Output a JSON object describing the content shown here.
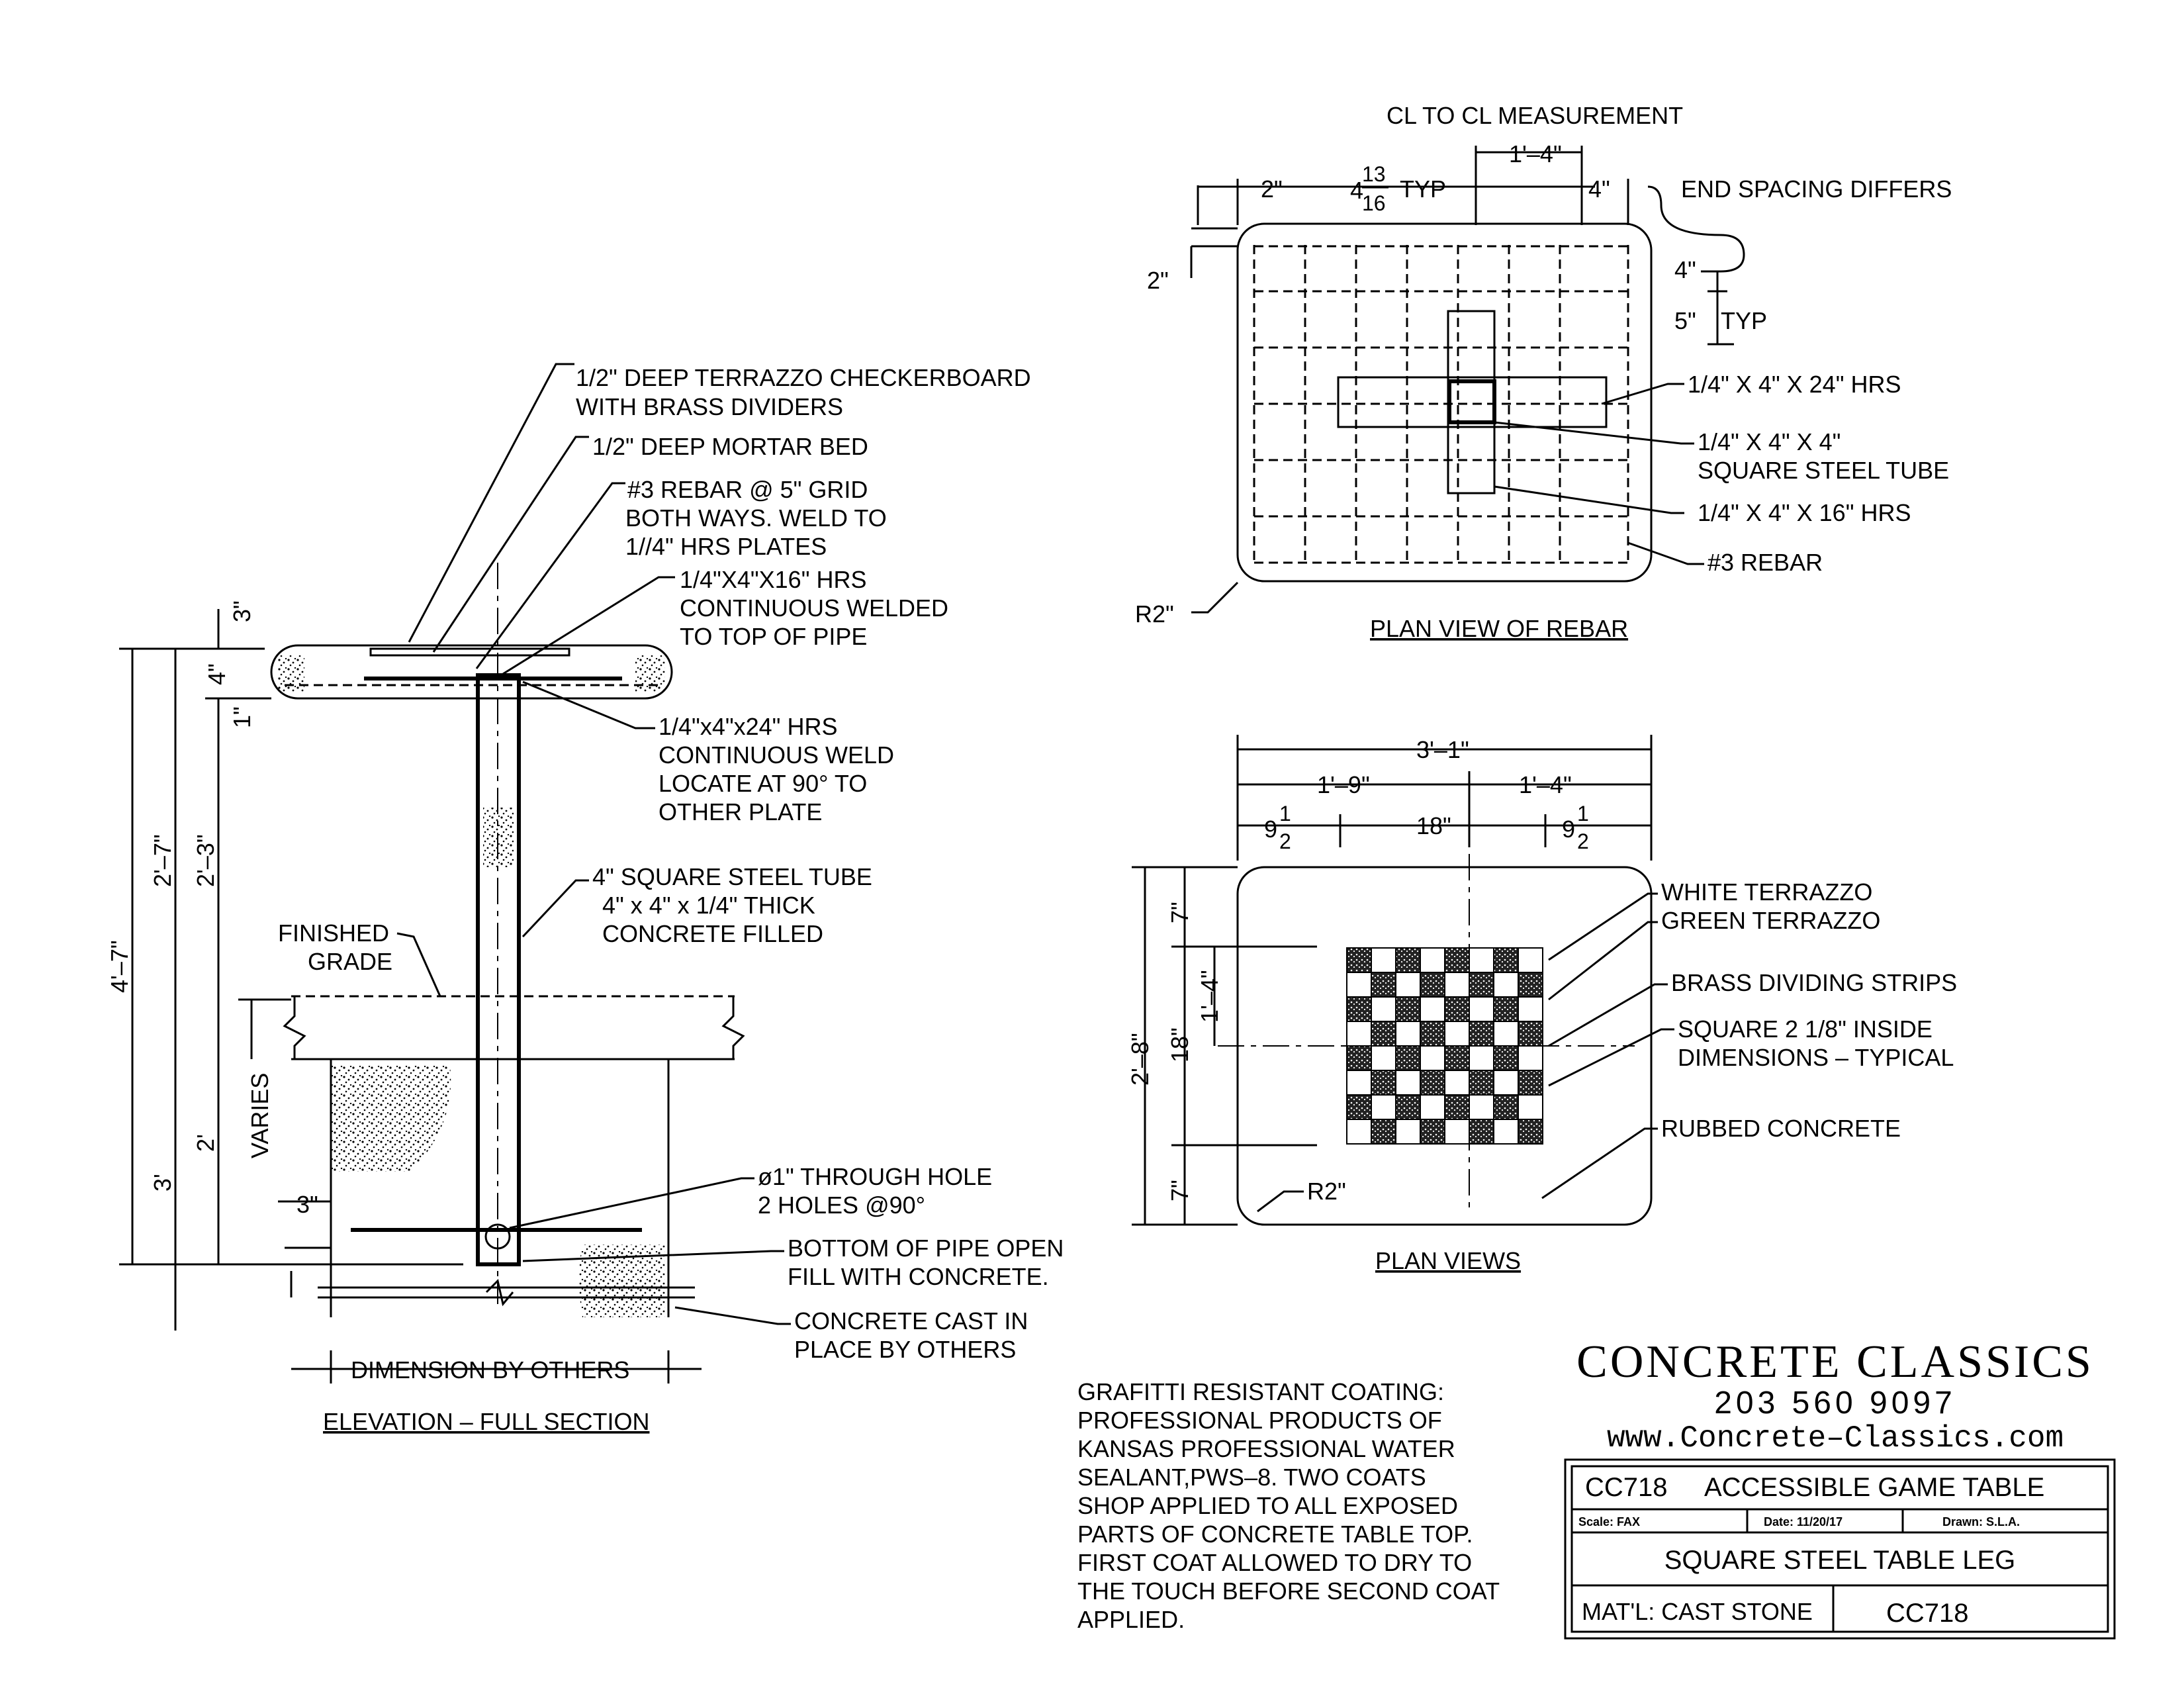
{
  "elevation": {
    "title": "ELEVATION  –  FULL SECTION",
    "notes": {
      "terrazzo_1": "1/2\" DEEP TERRAZZO CHECKERBOARD",
      "terrazzo_2": "WITH BRASS DIVIDERS",
      "mortar": "1/2\" DEEP MORTAR BED",
      "rebar_1": "#3 REBAR @ 5\" GRID",
      "rebar_2": "BOTH WAYS. WELD TO",
      "rebar_3": "1//4\" HRS PLATES",
      "hrs16_1": "1/4\"X4\"X16\" HRS",
      "hrs16_2": "CONTINUOUS WELDED",
      "hrs16_3": "TO TOP OF PIPE",
      "hrs24_1": "1/4\"x4\"x24\" HRS",
      "hrs24_2": "CONTINUOUS WELD",
      "hrs24_3": "LOCATE AT 90° TO",
      "hrs24_4": "OTHER PLATE",
      "tube_1": "4\" SQUARE STEEL TUBE",
      "tube_2": "4\" x 4\" x 1/4\" THICK",
      "tube_3": "CONCRETE FILLED",
      "grade_1": "FINISHED",
      "grade_2": "GRADE",
      "hole_1": "ø1\" THROUGH HOLE",
      "hole_2": "2 HOLES @90°",
      "pipe_1": "BOTTOM OF PIPE OPEN",
      "pipe_2": "FILL WITH CONCRETE.",
      "cast_1": "CONCRETE CAST IN",
      "cast_2": "PLACE BY OTHERS",
      "dim_others": "DIMENSION BY OTHERS"
    },
    "dims": {
      "d3": "3\"",
      "d4": "4\"",
      "d1": "1\"",
      "d4_7": "4'–7\"",
      "d2_7": "2'–7\"",
      "d2_3": "2'–3\"",
      "d3ft": "3'",
      "d2ft": "2'",
      "varies": "VARIES",
      "d3in": "3\""
    }
  },
  "rebar_plan": {
    "title": "PLAN VIEW OF REBAR",
    "header": "CL TO CL MEASUREMENT",
    "dims": {
      "d1_4": "1'–4\"",
      "d2": "2\"",
      "d4_whole": "4",
      "d4_num": "13",
      "d4_den": "16",
      "typ": "TYP",
      "d4": "4\"",
      "end": "END SPACING DIFFERS",
      "d2v": "2\"",
      "d4v": "4\"",
      "d5": "5\"",
      "typ2": "TYP",
      "r2": "R2\""
    },
    "notes": {
      "hrs24": "1/4\" X 4\" X 24\" HRS",
      "tube_1": "1/4\" X 4\" X 4\"",
      "tube_2": "SQUARE STEEL TUBE",
      "hrs16": "1/4\" X 4\" X 16\" HRS",
      "rebar": "#3 REBAR"
    }
  },
  "plan_views": {
    "title": "PLAN VIEWS",
    "dims": {
      "d3_1": "3'–1\"",
      "d1_9": "1'–9\"",
      "d1_4": "1'–4\"",
      "d9_whole": "9",
      "d9_num": "1",
      "d9_den": "2",
      "d18": "18\"",
      "d7": "7\"",
      "d1_4v": "1'–4\"",
      "d2_8": "2'–8\"",
      "d18v": "18\"",
      "d7b": "7\"",
      "r2": "R2\""
    },
    "notes": {
      "white": "WHITE TERRAZZO",
      "green": "GREEN TERRAZZO",
      "brass": "BRASS DIVIDING STRIPS",
      "square_1": "SQUARE 2 1/8\" INSIDE",
      "square_2": "DIMENSIONS – TYPICAL",
      "rubbed": "RUBBED CONCRETE"
    }
  },
  "coating": [
    "GRAFITTI RESISTANT COATING:",
    "PROFESSIONAL PRODUCTS OF",
    "KANSAS PROFESSIONAL WATER",
    "SEALANT,PWS–8. TWO COATS",
    "SHOP APPLIED TO ALL EXPOSED",
    "PARTS OF CONCRETE TABLE TOP.",
    "FIRST COAT ALLOWED TO DRY TO",
    "THE TOUCH BEFORE SECOND COAT",
    "APPLIED."
  ],
  "company": {
    "name": "CONCRETE  CLASSICS",
    "phone": "203  560  9097",
    "web": "www.Concrete–Classics.com"
  },
  "title_block": {
    "code_title": "CC718",
    "product": "ACCESSIBLE  GAME  TABLE",
    "scale": "Scale: FAX",
    "date": "Date: 11/20/17",
    "drawn": "Drawn: S.L.A.",
    "subtitle": "SQUARE  STEEL  TABLE  LEG",
    "material": "MAT'L: CAST  STONE",
    "code": "CC718"
  }
}
